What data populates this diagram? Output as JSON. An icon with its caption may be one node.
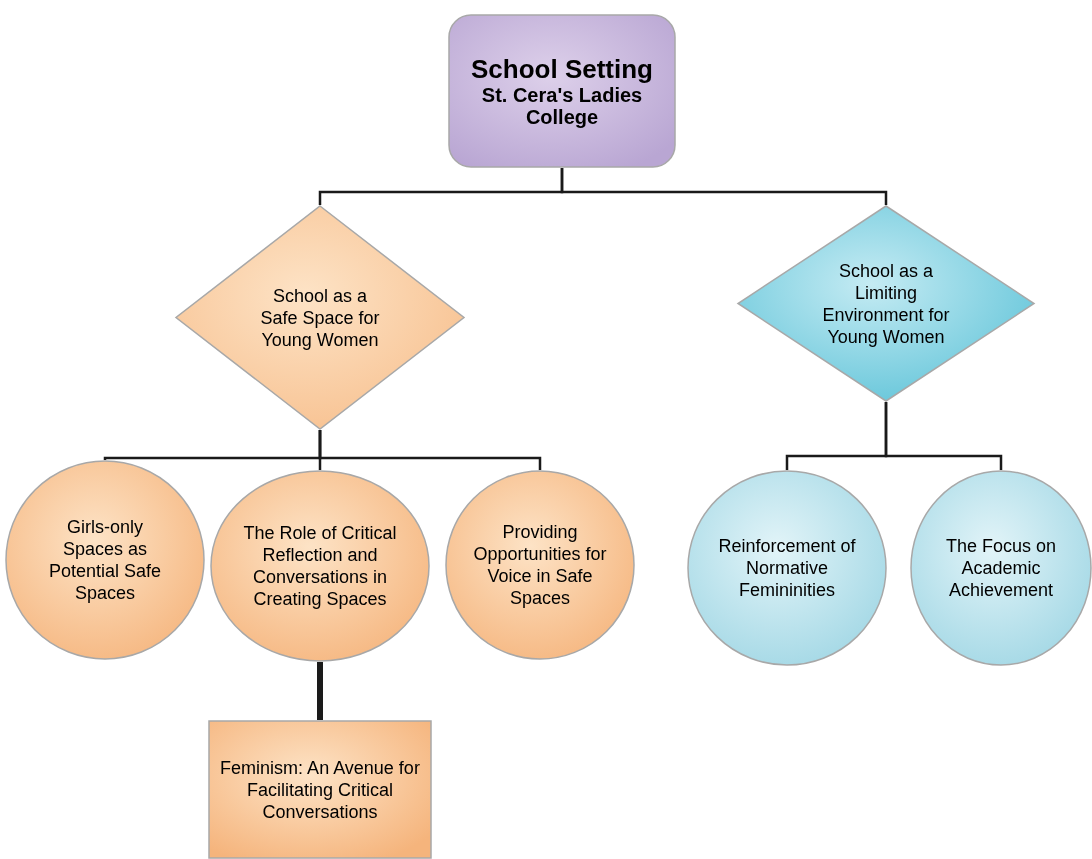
{
  "diagram": {
    "nodes": [
      {
        "text": [
          "School Setting",
          "St. Cera's Ladies College"
        ]
      },
      {
        "text": [
          "School as a Safe Space for Young Women"
        ]
      },
      {
        "text": [
          "School as a Limiting Environment for Young Women"
        ]
      },
      {
        "text": [
          "Girls-only Spaces as Potential Safe Spaces"
        ]
      },
      {
        "text": [
          "The Role of Critical Reflection and Conversations in Creating Spaces"
        ]
      },
      {
        "text": [
          "Providing Opportunities for Voice in Safe Spaces"
        ]
      },
      {
        "text": [
          "Reinforcement of Normative Femininities"
        ]
      },
      {
        "text": [
          "The Focus on Academic Achievement"
        ]
      },
      {
        "text": [
          "Feminism: An Avenue for Facilitating Critical Conversations"
        ]
      }
    ],
    "edges": [
      {
        "from": 0,
        "to": 1,
        "arrow": "none"
      },
      {
        "from": 0,
        "to": 2,
        "arrow": "none"
      },
      {
        "from": 1,
        "to": 3,
        "arrow": "none"
      },
      {
        "from": 1,
        "to": 4,
        "arrow": "none"
      },
      {
        "from": 1,
        "to": 5,
        "arrow": "none"
      },
      {
        "from": 2,
        "to": 6,
        "arrow": "none"
      },
      {
        "from": 2,
        "to": 7,
        "arrow": "none"
      },
      {
        "from": 4,
        "to": 8,
        "arrow": "none",
        "style": "thick"
      }
    ]
  }
}
